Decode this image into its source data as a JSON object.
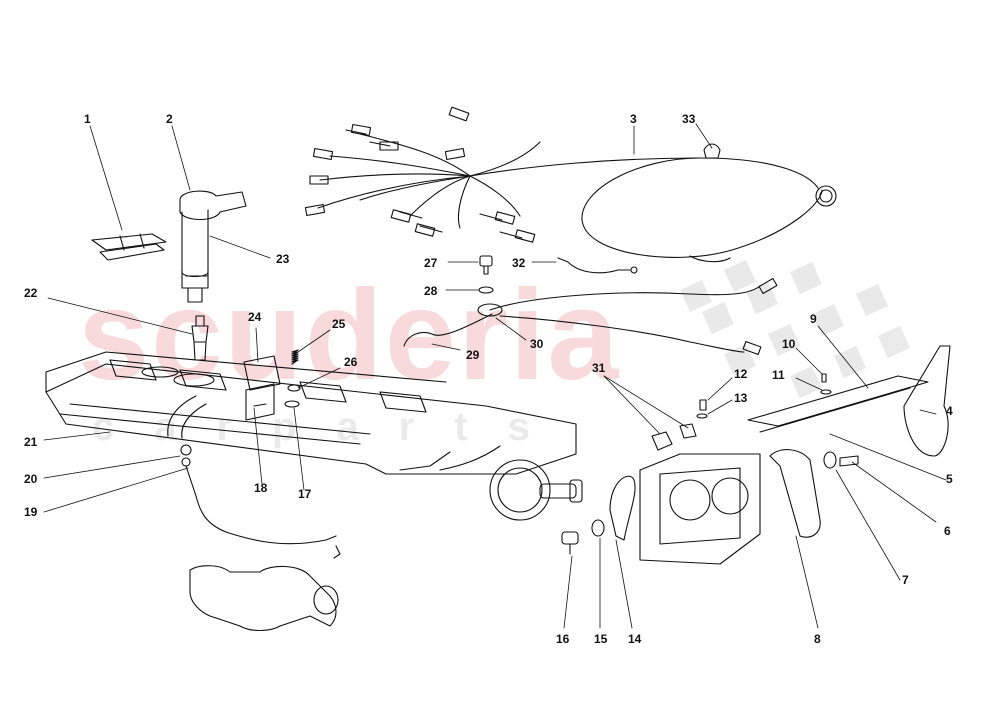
{
  "watermark": {
    "main": "scuderia",
    "sub": "carparts"
  },
  "callouts": [
    {
      "id": "1",
      "label": "1"
    },
    {
      "id": "2",
      "label": "2"
    },
    {
      "id": "3",
      "label": "3"
    },
    {
      "id": "33",
      "label": "33"
    },
    {
      "id": "23",
      "label": "23"
    },
    {
      "id": "27",
      "label": "27"
    },
    {
      "id": "32",
      "label": "32"
    },
    {
      "id": "28",
      "label": "28"
    },
    {
      "id": "22",
      "label": "22"
    },
    {
      "id": "24",
      "label": "24"
    },
    {
      "id": "25",
      "label": "25"
    },
    {
      "id": "26",
      "label": "26"
    },
    {
      "id": "29",
      "label": "29"
    },
    {
      "id": "30",
      "label": "30"
    },
    {
      "id": "9",
      "label": "9"
    },
    {
      "id": "10",
      "label": "10"
    },
    {
      "id": "11",
      "label": "11"
    },
    {
      "id": "31",
      "label": "31"
    },
    {
      "id": "12",
      "label": "12"
    },
    {
      "id": "13",
      "label": "13"
    },
    {
      "id": "4",
      "label": "4"
    },
    {
      "id": "21",
      "label": "21"
    },
    {
      "id": "20",
      "label": "20"
    },
    {
      "id": "19",
      "label": "19"
    },
    {
      "id": "18",
      "label": "18"
    },
    {
      "id": "17",
      "label": "17"
    },
    {
      "id": "5",
      "label": "5"
    },
    {
      "id": "6",
      "label": "6"
    },
    {
      "id": "7",
      "label": "7"
    },
    {
      "id": "16",
      "label": "16"
    },
    {
      "id": "15",
      "label": "15"
    },
    {
      "id": "14",
      "label": "14"
    },
    {
      "id": "8",
      "label": "8"
    }
  ],
  "colors": {
    "line": "#111111",
    "watermark": "#e67882",
    "checker": "#d8d8d8"
  }
}
